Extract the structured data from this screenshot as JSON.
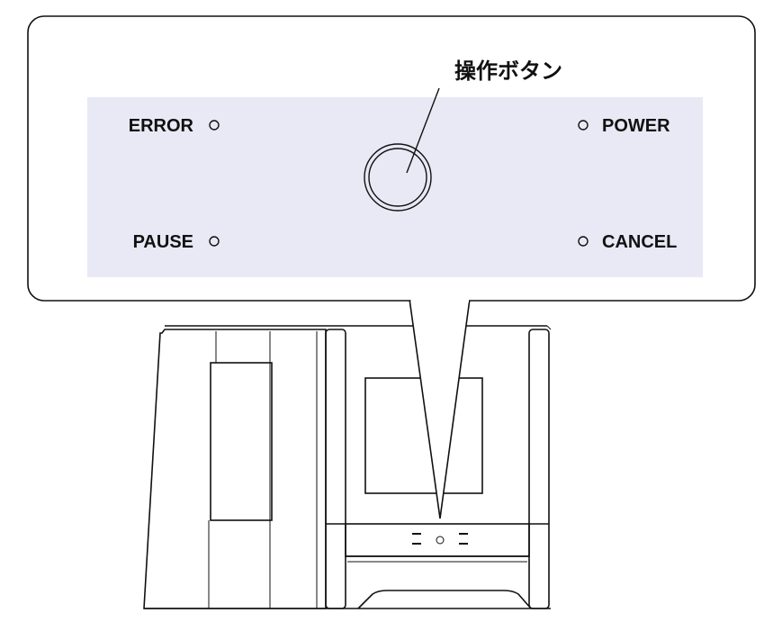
{
  "callout": {
    "title": "操作ボタン",
    "indicators": {
      "error": "ERROR",
      "power": "POWER",
      "pause": "PAUSE",
      "cancel": "CANCEL"
    }
  },
  "colors": {
    "panel_fill": "#e9e8f5",
    "line": "#111111",
    "background": "#ffffff"
  }
}
